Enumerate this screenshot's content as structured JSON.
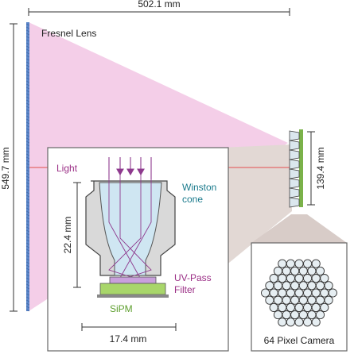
{
  "dimensions": {
    "lens_to_camera": "502.1 mm",
    "lens_height": "549.7 mm",
    "camera_height": "139.4 mm",
    "cone_height": "22.4 mm",
    "cone_width": "17.4 mm"
  },
  "labels": {
    "fresnel_lens": "Fresnel Lens",
    "light": "Light",
    "winston_cone_line1": "Winston",
    "winston_cone_line2": "cone",
    "uv_filter_line1": "UV-Pass",
    "uv_filter_line2": "Filter",
    "sipm": "SiPM",
    "camera": "64 Pixel Camera"
  },
  "colors": {
    "light_cone": "#f3c9e6",
    "light_rays": "#8e3a8e",
    "axis_line": "#e46a6a",
    "lens": "#5a86c8",
    "cone_glass": "#cfe6f2",
    "cone_body": "#d9d9d9",
    "uv_filter": "#c9a0dc",
    "sipm": "#a8d66a",
    "callout": "#d8ccc8",
    "label_teal": "#1a7a8c",
    "label_purple": "#9b2f86",
    "label_green": "#5c9e2c"
  }
}
